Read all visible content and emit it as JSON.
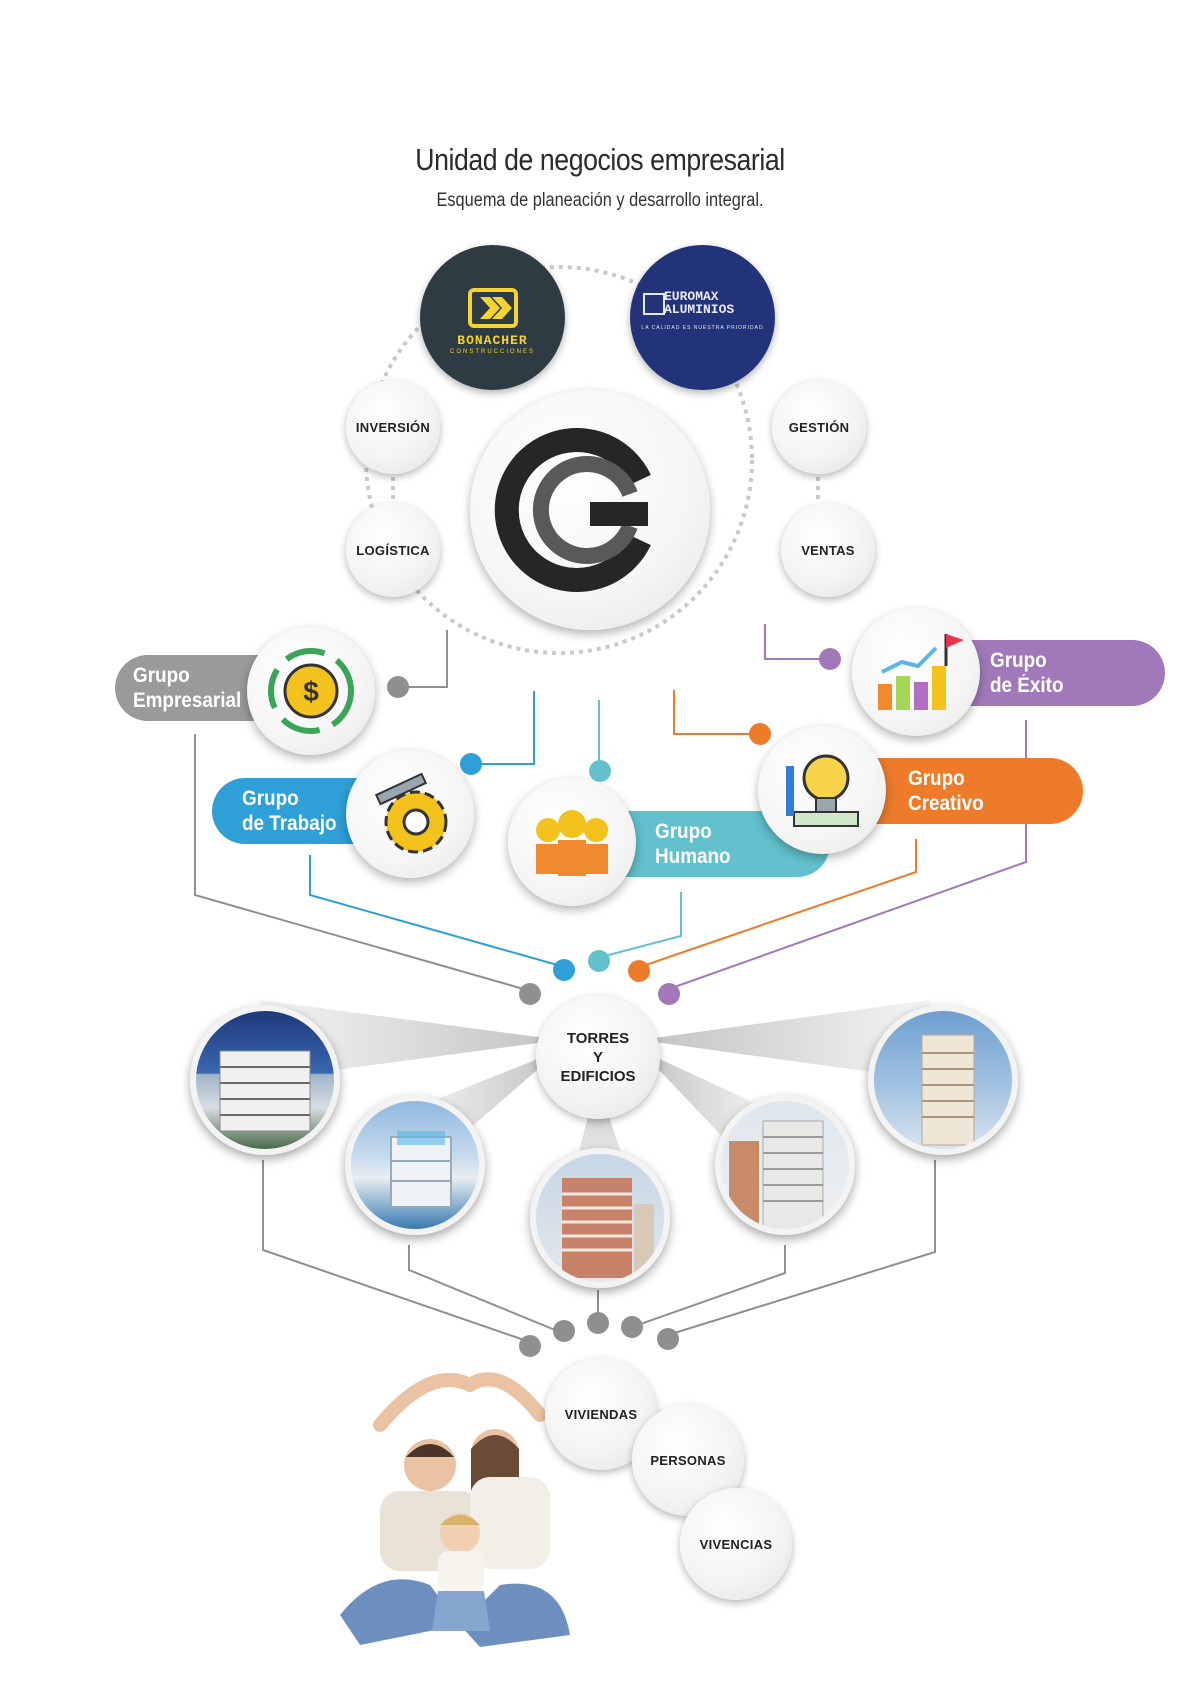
{
  "header": {
    "title": "Unidad de negocios empresarial",
    "subtitle": "Esquema de planeación y desarrollo integral."
  },
  "logos": {
    "bonacher": {
      "name": "BONACHER",
      "tagline": "CONSTRUCCIONES"
    },
    "euromax": {
      "line1": "EUROMAX",
      "line2": "ALUMINIOS",
      "tagline": "LA CALIDAD ES NUESTRA PRIORIDAD"
    },
    "center": {
      "letter": "G"
    }
  },
  "ring_labels": {
    "inversion": "INVERSIÓN",
    "logistica": "LOGÍSTICA",
    "gestion": "GESTIÓN",
    "ventas": "VENTAS"
  },
  "groups": {
    "empresarial": {
      "line1": "Grupo",
      "line2": "Empresarial",
      "color": "#9a9a9a"
    },
    "trabajo": {
      "line1": "Grupo",
      "line2": "de Trabajo",
      "color": "#2f9fd8"
    },
    "humano": {
      "line1": "Grupo",
      "line2": "Humano",
      "color": "#62c1cd"
    },
    "creativo": {
      "line1": "Grupo",
      "line2": "Creativo",
      "color": "#ee7b2a"
    },
    "exito": {
      "line1": "Grupo",
      "line2": "de Éxito",
      "color": "#a179bb"
    }
  },
  "hub": {
    "line1": "TORRES",
    "line2": "Y",
    "line3": "EDIFICIOS"
  },
  "bottom": {
    "viviendas": "VIVIENDAS",
    "personas": "PERSONAS",
    "vivencias": "VIVENCIAS"
  }
}
